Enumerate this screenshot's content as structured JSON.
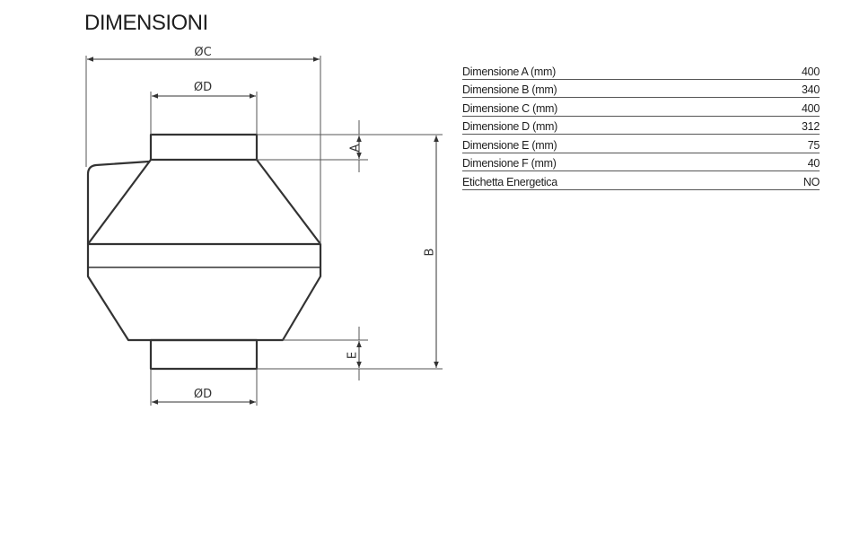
{
  "title": "DIMENSIONI",
  "drawing": {
    "label_c": "ØC",
    "label_d_top": "ØD",
    "label_d_bottom": "ØD",
    "label_a": "A",
    "label_b": "B",
    "label_e": "E"
  },
  "specs": [
    {
      "label": "Dimensione A (mm)",
      "value": "400"
    },
    {
      "label": "Dimensione B (mm)",
      "value": "340"
    },
    {
      "label": "Dimensione C (mm)",
      "value": "400"
    },
    {
      "label": "Dimensione D (mm)",
      "value": "312"
    },
    {
      "label": "Dimensione E (mm)",
      "value": "75"
    },
    {
      "label": "Dimensione F (mm)",
      "value": "40"
    },
    {
      "label": "Etichetta Energetica",
      "value": "NO"
    }
  ]
}
